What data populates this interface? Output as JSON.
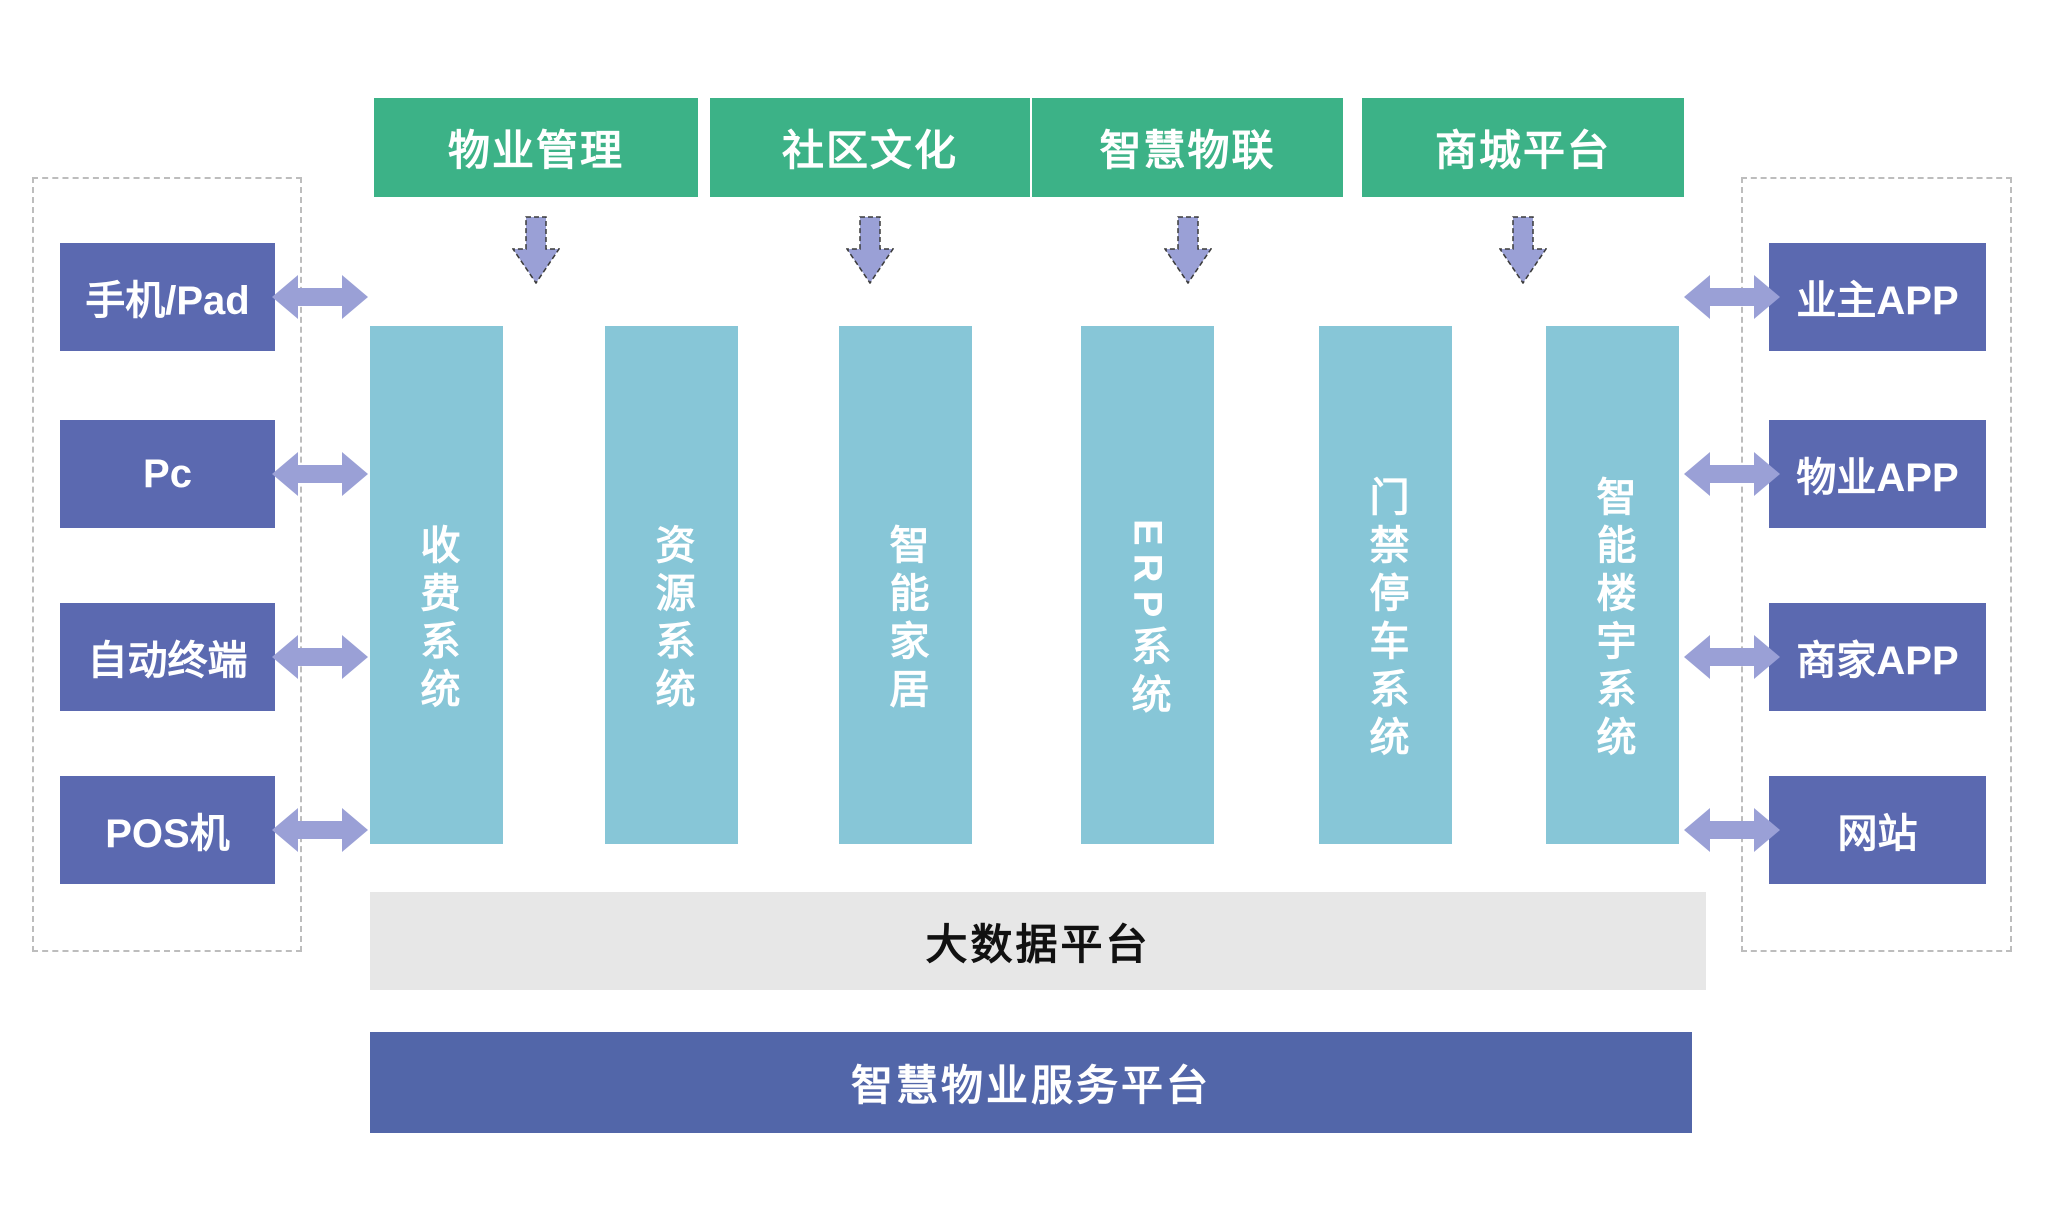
{
  "colors": {
    "module_green": "#3CB287",
    "system_cyan": "#87C6D7",
    "device_purple": "#5B69B0",
    "arrow_purple": "#9AA0D6",
    "bigdata_gray": "#E7E7E7",
    "platform_blue": "#5266A9",
    "dashed_border": "#BDBDBD",
    "bar_text_dark": "#111111"
  },
  "top_modules": [
    {
      "label": "物业管理"
    },
    {
      "label": "社区文化"
    },
    {
      "label": "智慧物联"
    },
    {
      "label": "商城平台"
    }
  ],
  "systems": [
    {
      "label": "收费系统"
    },
    {
      "label": "资源系统"
    },
    {
      "label": "智能家居"
    },
    {
      "label": "ERP系统"
    },
    {
      "label": "门禁停车系统"
    },
    {
      "label": "智能楼宇系统"
    }
  ],
  "left_terminals": [
    {
      "label": "手机/Pad"
    },
    {
      "label": "Pc"
    },
    {
      "label": "自动终端"
    },
    {
      "label": "POS机"
    }
  ],
  "right_apps": [
    {
      "label": "业主APP"
    },
    {
      "label": "物业APP"
    },
    {
      "label": "商家APP"
    },
    {
      "label": "网站"
    }
  ],
  "bottom_bars": {
    "big_data": "大数据平台",
    "service_platform": "智慧物业服务平台"
  }
}
